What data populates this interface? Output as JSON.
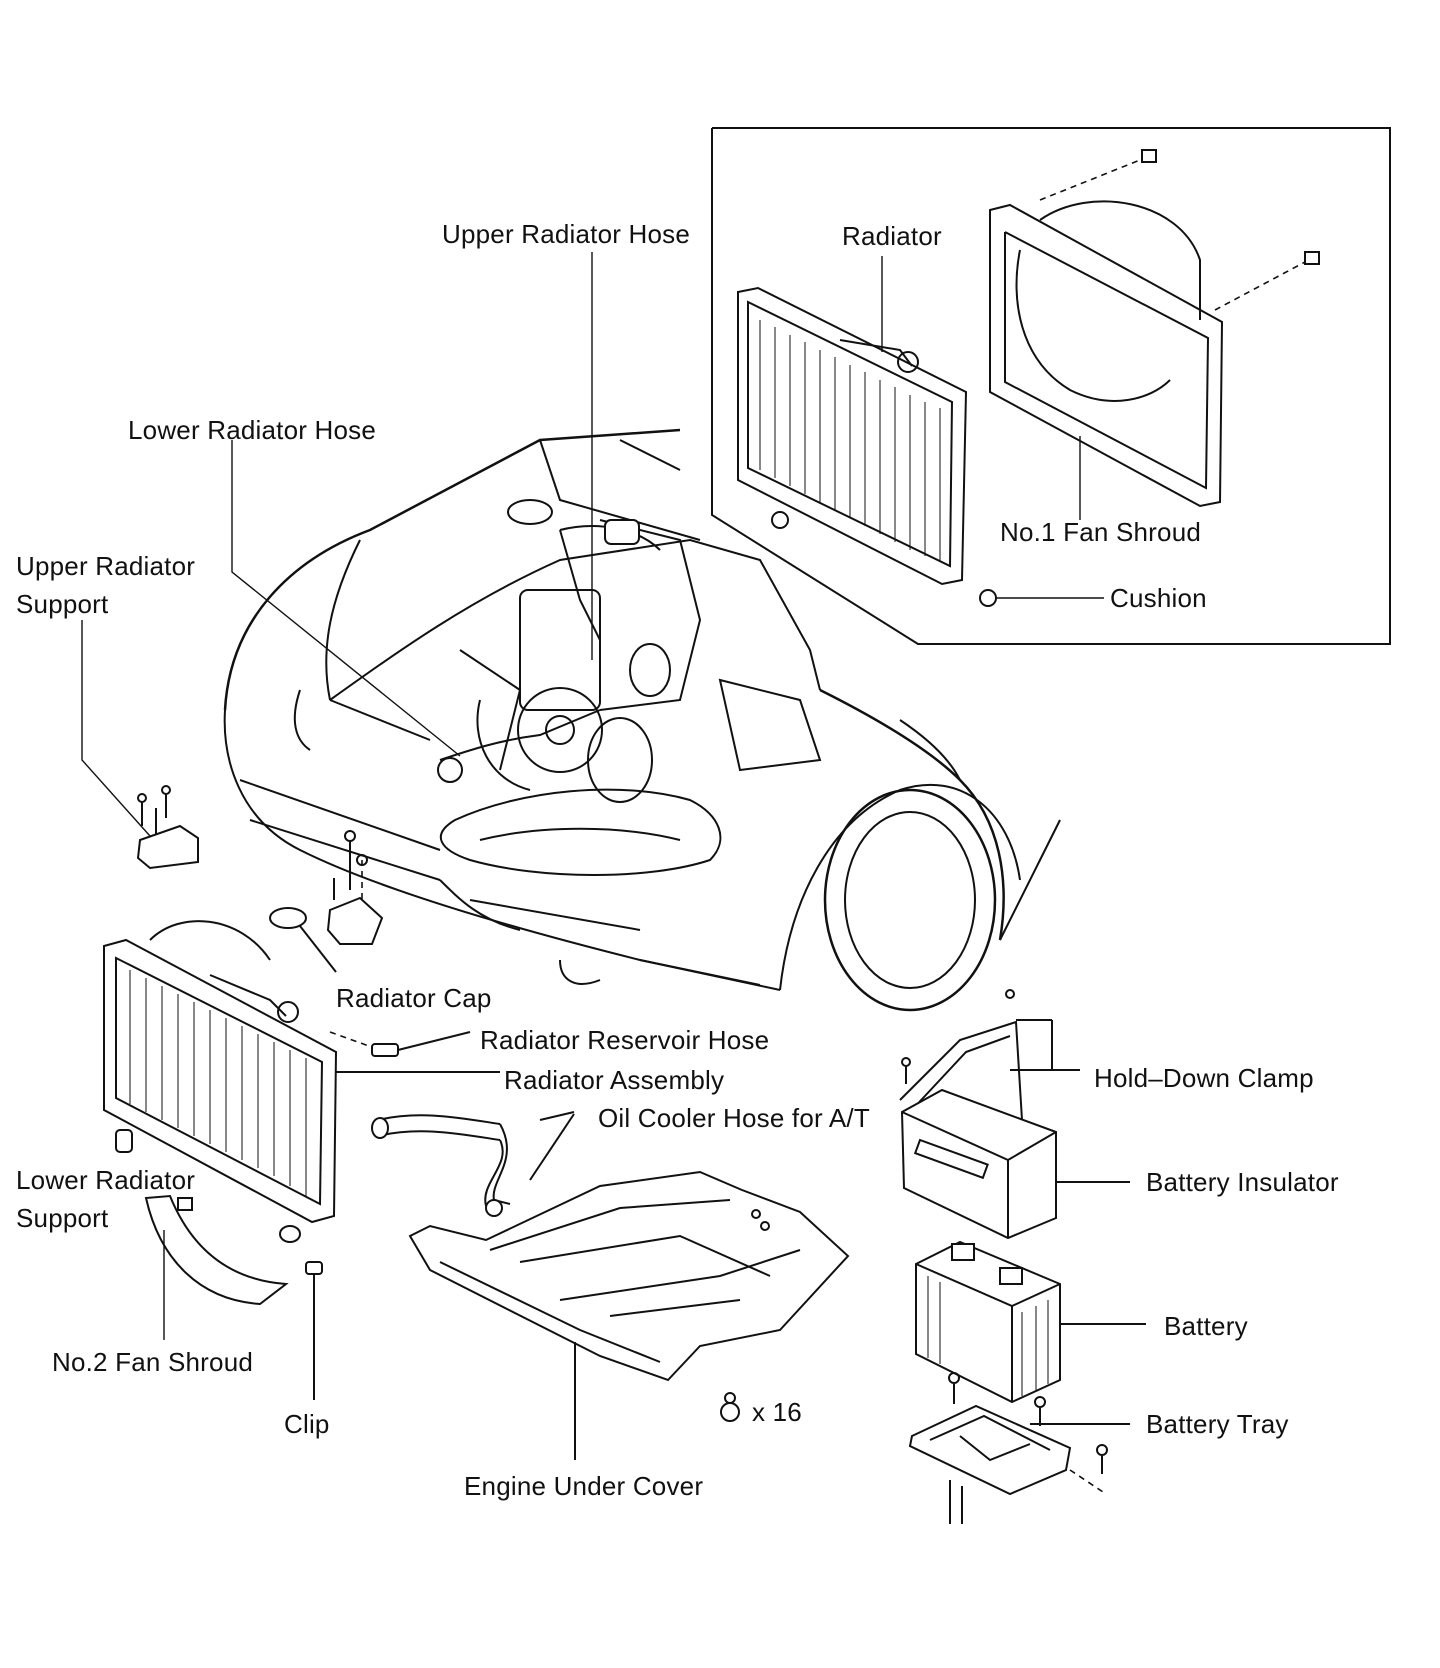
{
  "labels": {
    "upper_radiator_hose": "Upper Radiator Hose",
    "radiator": "Radiator",
    "lower_radiator_hose": "Lower Radiator Hose",
    "upper_radiator_support_1": "Upper Radiator",
    "upper_radiator_support_2": "Support",
    "no1_fan_shroud": "No.1 Fan Shroud",
    "cushion": "Cushion",
    "radiator_cap": "Radiator Cap",
    "radiator_reservoir_hose": "Radiator Reservoir Hose",
    "hold_down_clamp": "Hold–Down Clamp",
    "radiator_assembly": "Radiator Assembly",
    "oil_cooler_hose": "Oil Cooler Hose for A/T",
    "lower_radiator_support_1": "Lower Radiator",
    "lower_radiator_support_2": "Support",
    "battery_insulator": "Battery Insulator",
    "battery": "Battery",
    "no2_fan_shroud": "No.2 Fan Shroud",
    "battery_tray": "Battery Tray",
    "clip": "Clip",
    "bolt_count": "x 16",
    "engine_under_cover": "Engine Under Cover"
  }
}
